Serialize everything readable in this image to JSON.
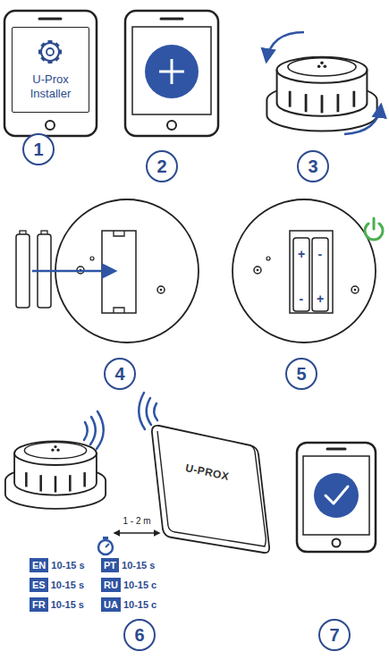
{
  "diagram": {
    "nodes": [
      {
        "text": [
          "U-Prox Installer"
        ]
      },
      {
        "text": [
          "1"
        ]
      },
      {
        "text": [
          "2"
        ]
      },
      {
        "text": [
          "3"
        ]
      },
      {
        "text": [
          "4"
        ]
      },
      {
        "text": [
          "5"
        ]
      },
      {
        "text": [
          "EN"
        ]
      },
      {
        "text": [
          "PT"
        ]
      },
      {
        "text": [
          "ES"
        ]
      },
      {
        "text": [
          "RU"
        ]
      },
      {
        "text": [
          "FR"
        ]
      },
      {
        "text": [
          "UA"
        ]
      },
      {
        "text": [
          "6"
        ]
      },
      {
        "text": [
          "7"
        ]
      }
    ],
    "labels": [
      "+",
      "-",
      "-",
      "+",
      "U-PROX",
      "1 - 2 m",
      "10-15 s",
      "10-15 s",
      "10-15 s",
      "10-15 c",
      "10-15 s",
      "10-15 c"
    ]
  }
}
